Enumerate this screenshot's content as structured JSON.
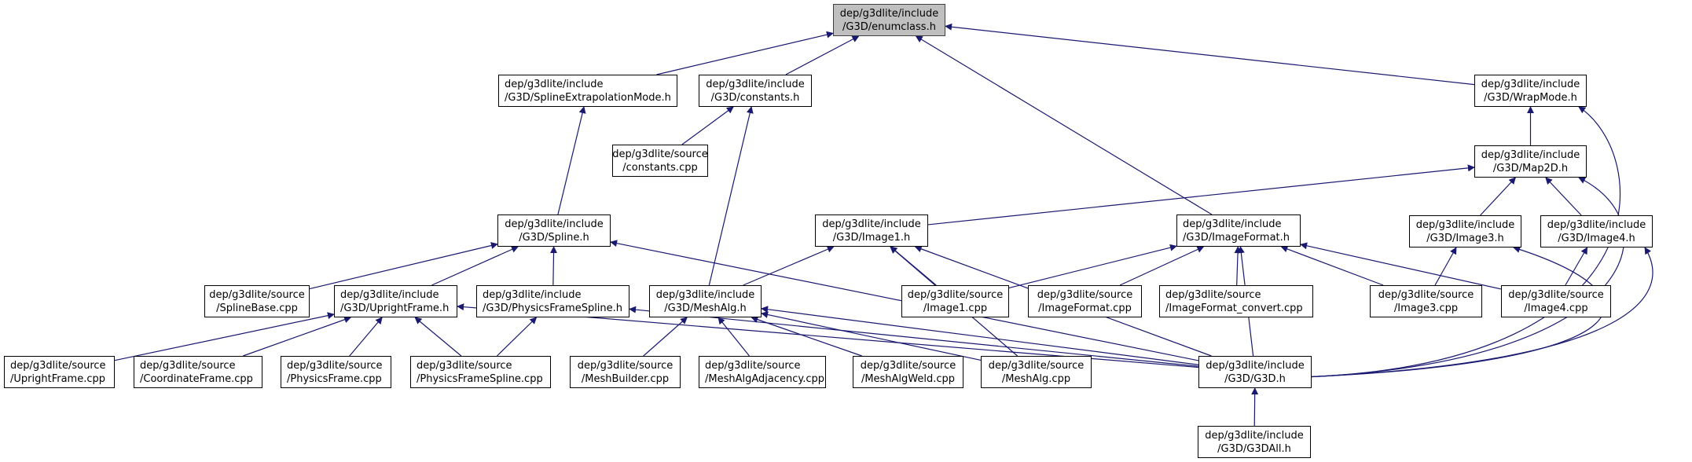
{
  "graph": {
    "title": "Include dependency graph for dep/g3dlite/include/G3D/enumclass.h",
    "edge_color": "#191970",
    "root_fill": "#bfbfbf",
    "nodes": {
      "enumclass_h": {
        "line1": "dep/g3dlite/include",
        "line2": "/G3D/enumclass.h"
      },
      "splineextrap_h": {
        "line1": "dep/g3dlite/include",
        "line2": "/G3D/SplineExtrapolationMode.h"
      },
      "constants_h": {
        "line1": "dep/g3dlite/include",
        "line2": "/G3D/constants.h"
      },
      "wrapmode_h": {
        "line1": "dep/g3dlite/include",
        "line2": "/G3D/WrapMode.h"
      },
      "constants_cpp": {
        "line1": "dep/g3dlite/source",
        "line2": "/constants.cpp"
      },
      "map2d_h": {
        "line1": "dep/g3dlite/include",
        "line2": "/G3D/Map2D.h"
      },
      "spline_h": {
        "line1": "dep/g3dlite/include",
        "line2": "/G3D/Spline.h"
      },
      "image1_h": {
        "line1": "dep/g3dlite/include",
        "line2": "/G3D/Image1.h"
      },
      "imageformat_h": {
        "line1": "dep/g3dlite/include",
        "line2": "/G3D/ImageFormat.h"
      },
      "image3_h": {
        "line1": "dep/g3dlite/include",
        "line2": "/G3D/Image3.h"
      },
      "image4_h": {
        "line1": "dep/g3dlite/include",
        "line2": "/G3D/Image4.h"
      },
      "splinebase_cpp": {
        "line1": "dep/g3dlite/source",
        "line2": "/SplineBase.cpp"
      },
      "uprightframe_h": {
        "line1": "dep/g3dlite/include",
        "line2": "/G3D/UprightFrame.h"
      },
      "physicsframespline_h": {
        "line1": "dep/g3dlite/include",
        "line2": "/G3D/PhysicsFrameSpline.h"
      },
      "meshalg_h": {
        "line1": "dep/g3dlite/include",
        "line2": "/G3D/MeshAlg.h"
      },
      "image1_cpp": {
        "line1": "dep/g3dlite/source",
        "line2": "/Image1.cpp"
      },
      "imageformat_cpp": {
        "line1": "dep/g3dlite/source",
        "line2": "/ImageFormat.cpp"
      },
      "imageformat_convert_cpp": {
        "line1": "dep/g3dlite/source",
        "line2": "/ImageFormat_convert.cpp"
      },
      "image3_cpp": {
        "line1": "dep/g3dlite/source",
        "line2": "/Image3.cpp"
      },
      "image4_cpp": {
        "line1": "dep/g3dlite/source",
        "line2": "/Image4.cpp"
      },
      "uprightframe_cpp": {
        "line1": "dep/g3dlite/source",
        "line2": "/UprightFrame.cpp"
      },
      "coordinateframe_cpp": {
        "line1": "dep/g3dlite/source",
        "line2": "/CoordinateFrame.cpp"
      },
      "physicsframe_cpp": {
        "line1": "dep/g3dlite/source",
        "line2": "/PhysicsFrame.cpp"
      },
      "physicsframespline_cpp": {
        "line1": "dep/g3dlite/source",
        "line2": "/PhysicsFrameSpline.cpp"
      },
      "meshbuilder_cpp": {
        "line1": "dep/g3dlite/source",
        "line2": "/MeshBuilder.cpp"
      },
      "meshalgadjacency_cpp": {
        "line1": "dep/g3dlite/source",
        "line2": "/MeshAlgAdjacency.cpp"
      },
      "meshalgweld_cpp": {
        "line1": "dep/g3dlite/source",
        "line2": "/MeshAlgWeld.cpp"
      },
      "meshalg_cpp": {
        "line1": "dep/g3dlite/source",
        "line2": "/MeshAlg.cpp"
      },
      "g3d_h": {
        "line1": "dep/g3dlite/include",
        "line2": "/G3D/G3D.h"
      },
      "g3dall_h": {
        "line1": "dep/g3dlite/include",
        "line2": "/G3D/G3DAll.h"
      }
    },
    "edges": [
      [
        "splineextrap_h",
        "enumclass_h"
      ],
      [
        "constants_h",
        "enumclass_h"
      ],
      [
        "imageformat_h",
        "enumclass_h"
      ],
      [
        "wrapmode_h",
        "enumclass_h"
      ],
      [
        "spline_h",
        "splineextrap_h"
      ],
      [
        "constants_cpp",
        "constants_h"
      ],
      [
        "meshalg_h",
        "constants_h"
      ],
      [
        "map2d_h",
        "wrapmode_h"
      ],
      [
        "g3d_h",
        "wrapmode_h"
      ],
      [
        "image1_h",
        "map2d_h"
      ],
      [
        "image3_h",
        "map2d_h"
      ],
      [
        "image4_h",
        "map2d_h"
      ],
      [
        "g3d_h",
        "map2d_h"
      ],
      [
        "splinebase_cpp",
        "spline_h"
      ],
      [
        "uprightframe_h",
        "spline_h"
      ],
      [
        "physicsframespline_h",
        "spline_h"
      ],
      [
        "g3d_h",
        "spline_h"
      ],
      [
        "meshalg_h",
        "image1_h"
      ],
      [
        "image1_cpp",
        "image1_h"
      ],
      [
        "meshalg_cpp",
        "image1_h"
      ],
      [
        "g3d_h",
        "image1_h"
      ],
      [
        "image1_cpp",
        "imageformat_h"
      ],
      [
        "imageformat_cpp",
        "imageformat_h"
      ],
      [
        "imageformat_convert_cpp",
        "imageformat_h"
      ],
      [
        "image3_cpp",
        "imageformat_h"
      ],
      [
        "image4_cpp",
        "imageformat_h"
      ],
      [
        "g3d_h",
        "imageformat_h"
      ],
      [
        "image3_cpp",
        "image3_h"
      ],
      [
        "g3d_h",
        "image3_h"
      ],
      [
        "image4_cpp",
        "image4_h"
      ],
      [
        "g3d_h",
        "image4_h"
      ],
      [
        "uprightframe_cpp",
        "uprightframe_h"
      ],
      [
        "coordinateframe_cpp",
        "uprightframe_h"
      ],
      [
        "physicsframe_cpp",
        "uprightframe_h"
      ],
      [
        "physicsframespline_cpp",
        "uprightframe_h"
      ],
      [
        "g3d_h",
        "uprightframe_h"
      ],
      [
        "physicsframespline_cpp",
        "physicsframespline_h"
      ],
      [
        "g3d_h",
        "physicsframespline_h"
      ],
      [
        "meshbuilder_cpp",
        "meshalg_h"
      ],
      [
        "meshalgadjacency_cpp",
        "meshalg_h"
      ],
      [
        "meshalgweld_cpp",
        "meshalg_h"
      ],
      [
        "meshalg_cpp",
        "meshalg_h"
      ],
      [
        "g3d_h",
        "meshalg_h"
      ],
      [
        "g3dall_h",
        "g3d_h"
      ]
    ]
  }
}
